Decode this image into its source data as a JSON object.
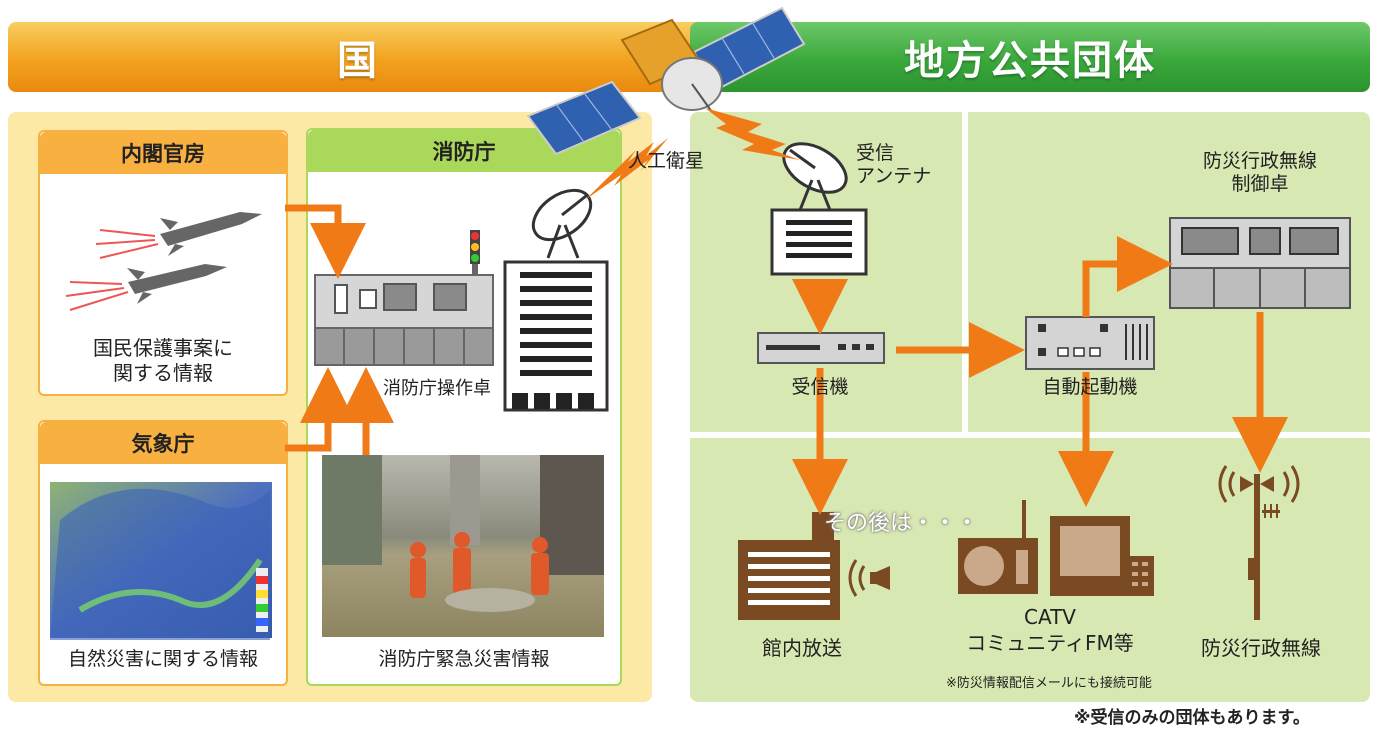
{
  "national": {
    "header": "国",
    "cabinet": {
      "title": "内閣官房",
      "caption": "国民保護事案に\n関する情報"
    },
    "jma": {
      "title": "気象庁",
      "caption": "自然災害に関する情報"
    },
    "fdma": {
      "title": "消防庁",
      "console_label": "消防庁操作卓",
      "photo_caption": "消防庁緊急災害情報"
    }
  },
  "satellite_label": "人工衛星",
  "local": {
    "header": "地方公共団体",
    "antenna_label": "受信\nアンテナ",
    "receiver_label": "受信機",
    "auto_start_label": "自動起動機",
    "control_desk_label": "防災行政無線\n制御卓",
    "after_label": "その後は・・・",
    "outputs": [
      {
        "label": "館内放送"
      },
      {
        "label": "CATV\nコミュニティFM等"
      },
      {
        "label": "防災行政無線"
      }
    ],
    "email_note": "※防災情報配信メールにも接続可能"
  },
  "footnote": "※受信のみの団体もあります。",
  "colors": {
    "orange": "#f07a16",
    "green": "#3aa83b",
    "brown": "#7a4a22"
  }
}
